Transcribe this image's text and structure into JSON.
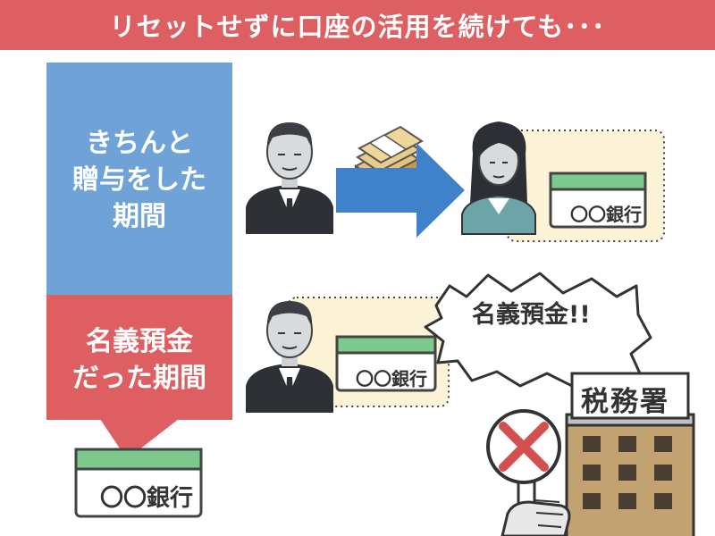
{
  "banner": {
    "title": "リセットせずに口座の活用を続けても･･･"
  },
  "periods": {
    "gift_lines": [
      "きちんと",
      "贈与をした",
      "期間"
    ],
    "nominee_lines": [
      "名義預金",
      "だった期間"
    ]
  },
  "cards": {
    "bank_label": "〇〇銀行"
  },
  "speech": {
    "text": "名義預金!!"
  },
  "tax_office": {
    "sign": "税務署"
  },
  "colors": {
    "banner": "#dd5f61",
    "gift_panel": "#6fa3d8",
    "nominee_panel": "#dd5f61",
    "arrow": "#3f82c9",
    "card_green": "#7dc98d",
    "highlight": "#fdf3d6"
  }
}
